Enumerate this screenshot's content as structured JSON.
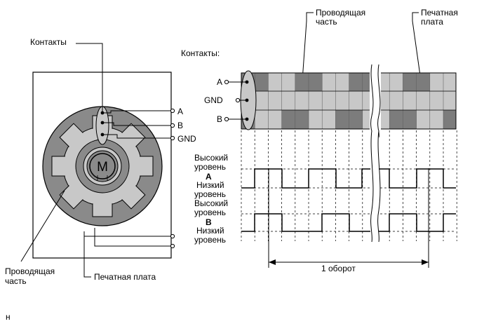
{
  "left_diagram": {
    "contacts_label": "Контакты",
    "motor_label": "M",
    "terminal_a": "A",
    "terminal_b": "B",
    "terminal_gnd": "GND",
    "conductive_label_1": "Проводящая",
    "conductive_label_2": "часть",
    "pcb_label": "Печатная плата"
  },
  "right_diagram": {
    "conductive_label_1": "Проводящая",
    "conductive_label_2": "часть",
    "pcb_label_1": "Печатная",
    "pcb_label_2": "плата",
    "contacts_label": "Контакты:",
    "row_a": "A",
    "row_gnd": "GND",
    "row_b": "B",
    "high_level_1": "Высокий",
    "high_level_2": "уровень",
    "signal_a": "A",
    "low_level_1": "Низкий",
    "low_level_2": "уровень",
    "signal_b": "B",
    "revolution_label": "1 оборот"
  },
  "footnote": "н",
  "colors": {
    "dark_gray": "#7c7c7c",
    "light_gray": "#c8c8c8",
    "mid_gray": "#a8a8a8",
    "line": "#000000"
  }
}
